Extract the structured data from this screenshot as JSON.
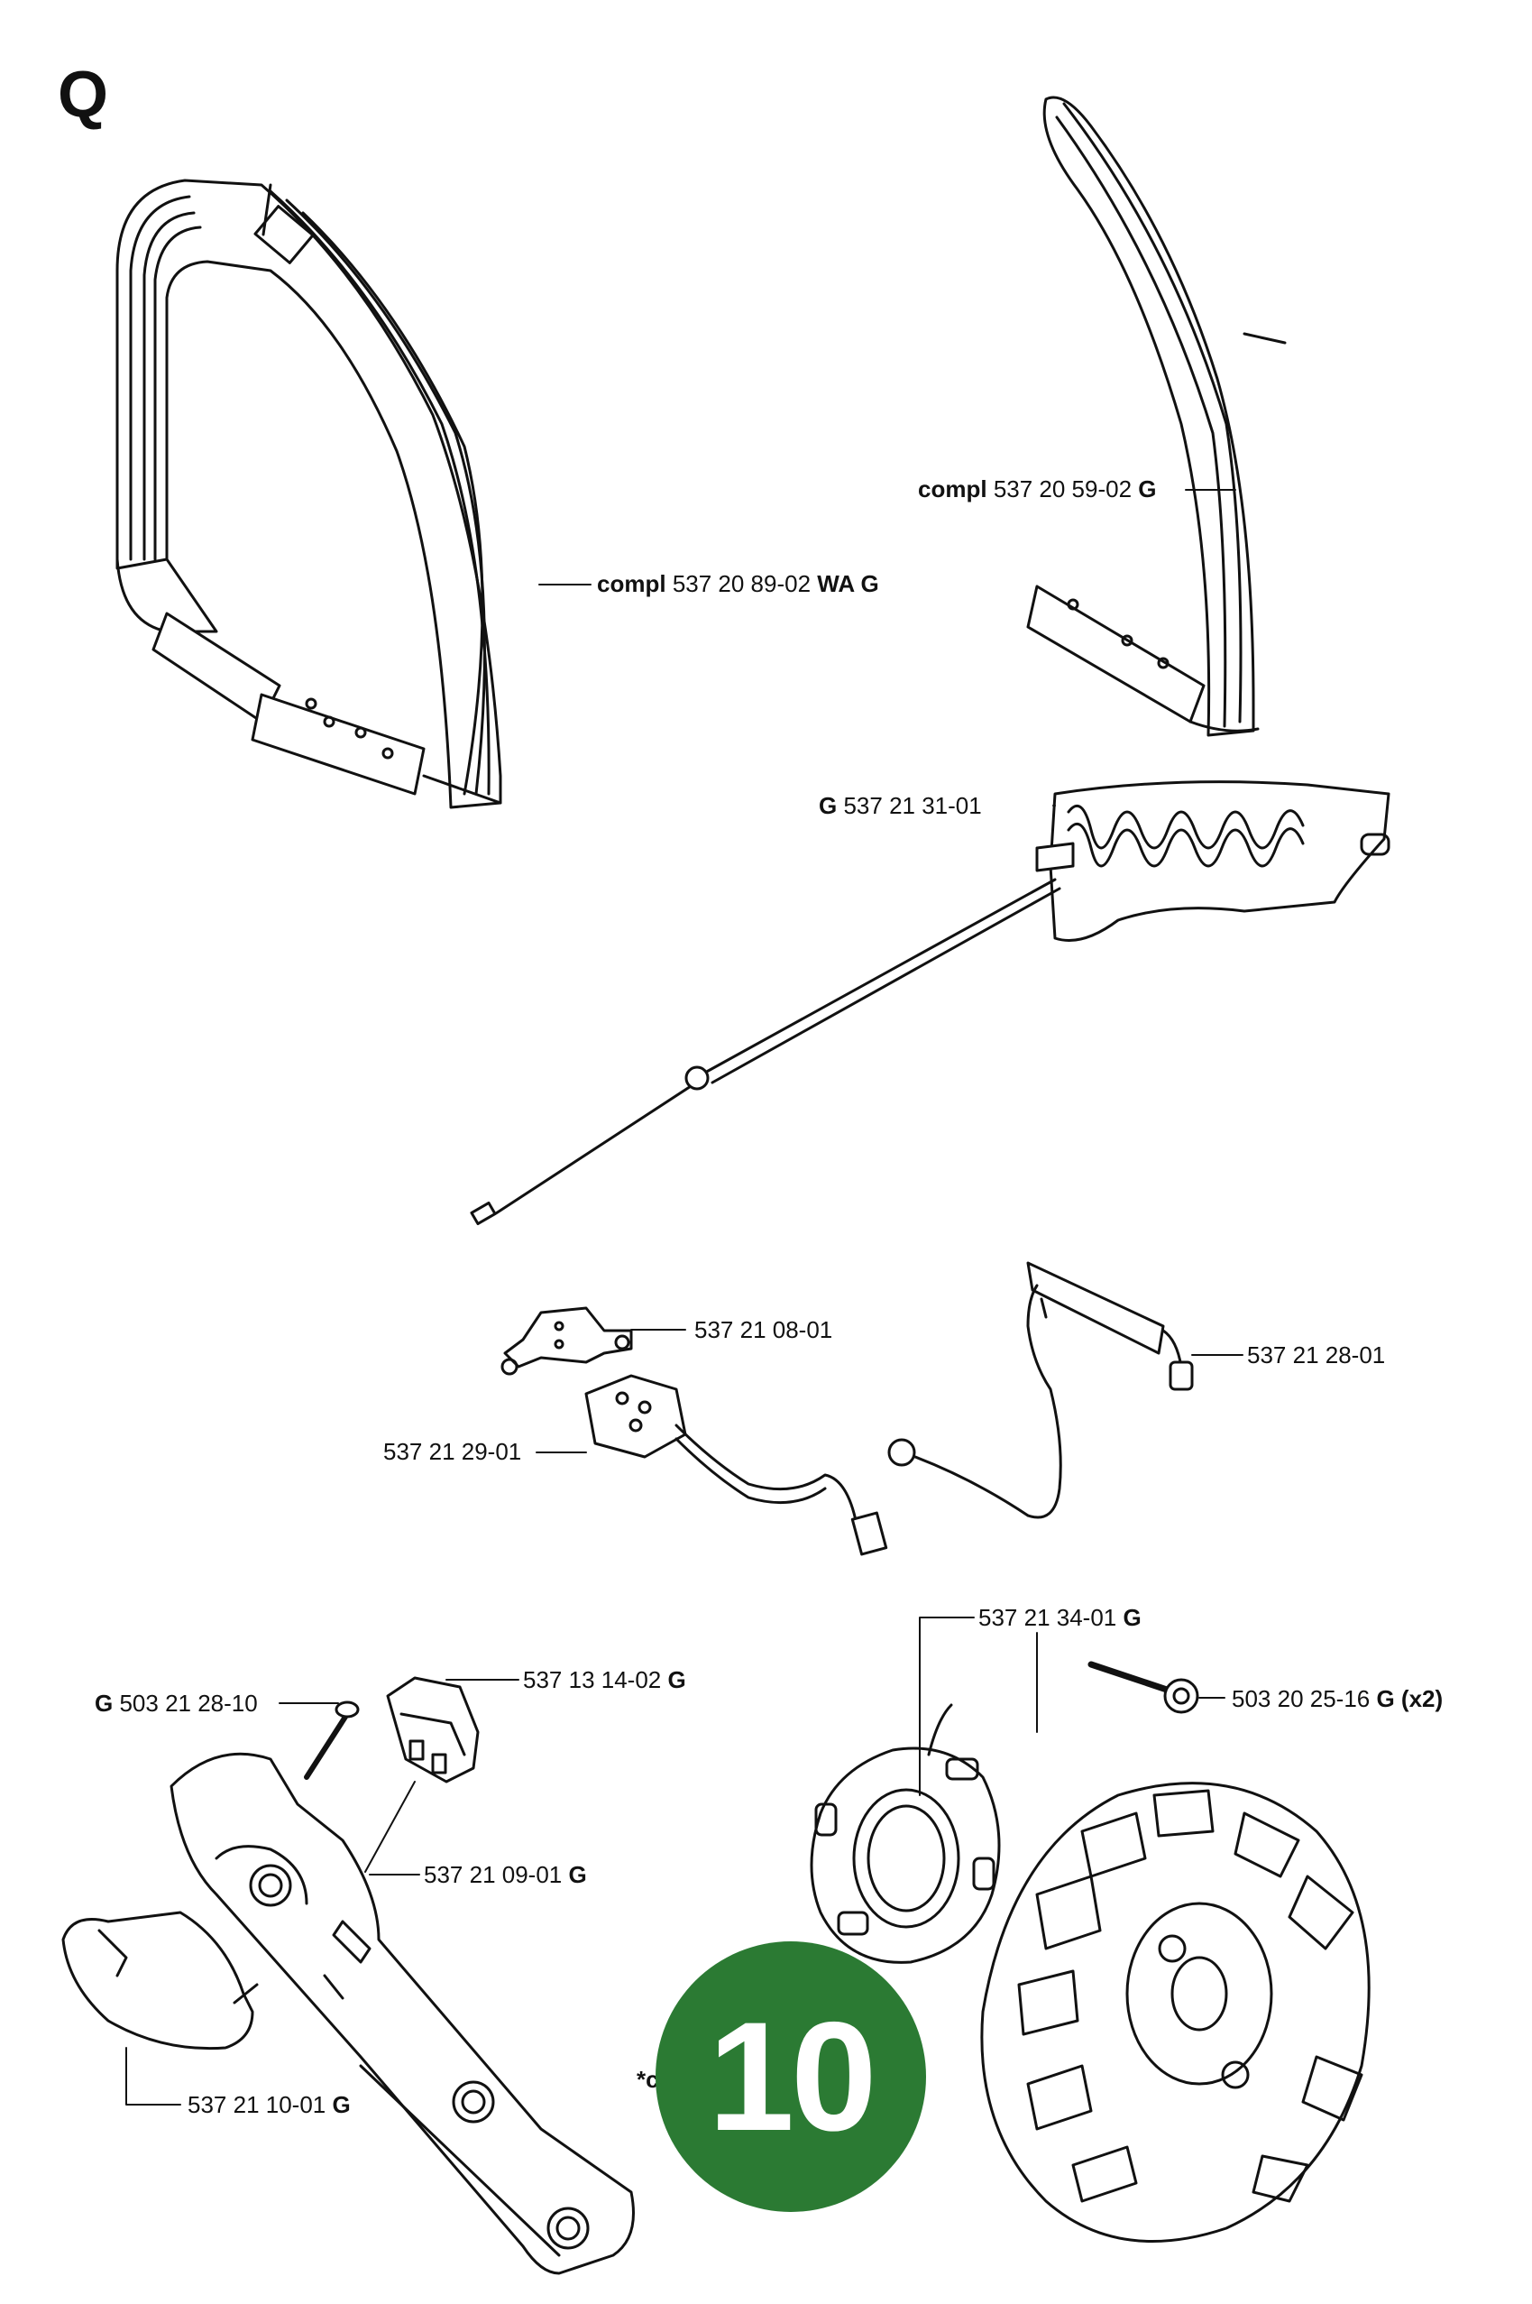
{
  "sheet_letter": "Q",
  "page_number": "10",
  "badge_color": "#2b7a33",
  "fragment": "*c",
  "labels": [
    {
      "id": "front-handle",
      "pre": "compl",
      "num": "537 20 89-02",
      "post": "WA G"
    },
    {
      "id": "rear-handle",
      "pre": "compl",
      "num": "537 20 59-02",
      "post": "G"
    },
    {
      "id": "heating-element",
      "pre": "G",
      "num": "537 21 31-01",
      "post": ""
    },
    {
      "id": "clamp",
      "pre": "",
      "num": "537 21 08-01",
      "post": ""
    },
    {
      "id": "cable-connector",
      "pre": "",
      "num": "537 21 28-01",
      "post": ""
    },
    {
      "id": "switch-unit",
      "pre": "",
      "num": "537 21 29-01",
      "post": ""
    },
    {
      "id": "stator",
      "pre": "",
      "num": "537 21 34-01",
      "post": "G"
    },
    {
      "id": "screw-m5",
      "pre": "",
      "num": "503 20 25-16",
      "post": "G (x2)"
    },
    {
      "id": "screw",
      "pre": "G",
      "num": "503 21 28-10",
      "post": ""
    },
    {
      "id": "switch",
      "pre": "",
      "num": "537 13 14-02",
      "post": "G"
    },
    {
      "id": "switch-holder",
      "pre": "",
      "num": "537 21 09-01",
      "post": "G"
    },
    {
      "id": "handle-cover",
      "pre": "",
      "num": "537 21 10-01",
      "post": "G"
    }
  ]
}
